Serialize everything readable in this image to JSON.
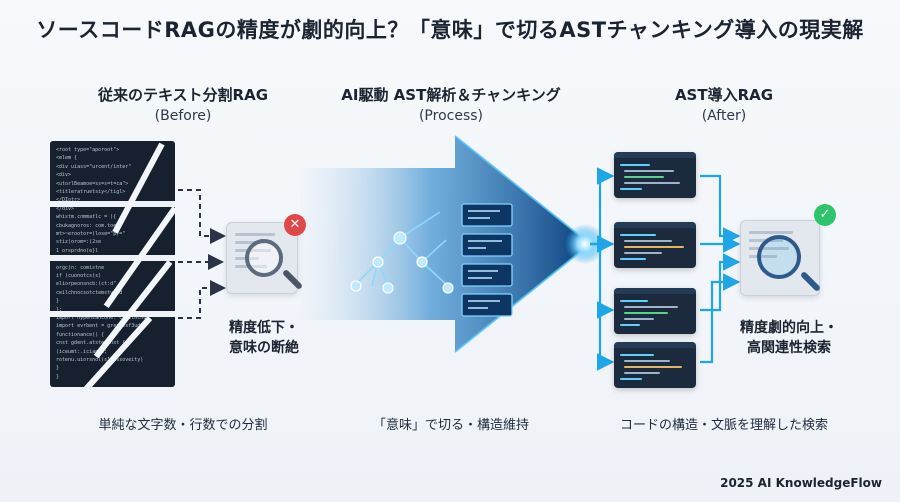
{
  "title": "ソースコードRAGの精度が劇的向上？「意味」で切るASTチャンキング導入の現実解",
  "columns": {
    "before": {
      "heading": "従来のテキスト分割RAG",
      "sub": "(Before)",
      "caption": "単純な文字数・行数での分割"
    },
    "process": {
      "heading": "AI駆動 AST解析＆チャンキング",
      "sub": "(Process)",
      "caption": "「意味」で切る・構造維持"
    },
    "after": {
      "heading": "AST導入RAG",
      "sub": "(After)",
      "caption": "コードの構造・文脈を理解した検索"
    }
  },
  "before_result": {
    "line1": "精度低下・",
    "line2": "意味の断絶",
    "badge_icon": "cross-icon"
  },
  "after_result": {
    "line1": "精度劇的向上・",
    "line2": "高関連性検索",
    "badge_icon": "check-icon"
  },
  "code_snippet": [
    "<root type=\"aporoot\">",
    "<elem {",
    "  <div uiass=\"urcent/inter\"",
    "    <div>",
    "     <utorlBeamoe=ss=s=t=ca\">",
    "      <titleratruetsiy</tigl>",
    "     </DIotr>",
    "    </div>",
    "  whistm.commatlc = ){",
    "  cbukagnoros: com.toep",
    "  mt>~erootor=(lose=\"p)=\"",
    "   stiz(orom=:(2se",
    "  1 orsprdno(e}l",
    "  },",
    "  orgc(n: comistne",
    "  if (cuonotcs(s)",
    "   eliorpeonsncb:(ct:d\"",
    "   ceilchnocsotctemstveld",
    "  }",
    "  };",
    "import hypenzancone: creithchu",
    "import evrbent = greatvsf3ud\";",
    "functionance() {",
    "  cnst gdent.atsterinst {",
    "    (iceumt:.icianct;",
    "   rotenu.uiorsnol(s1.essoveity)",
    "  }",
    "}"
  ],
  "colors": {
    "accent": "#1ea6e6",
    "error": "#e04848",
    "success": "#2ec46b",
    "code_bg": "#16202e"
  },
  "footer": "2025 AI KnowledgeFlow"
}
